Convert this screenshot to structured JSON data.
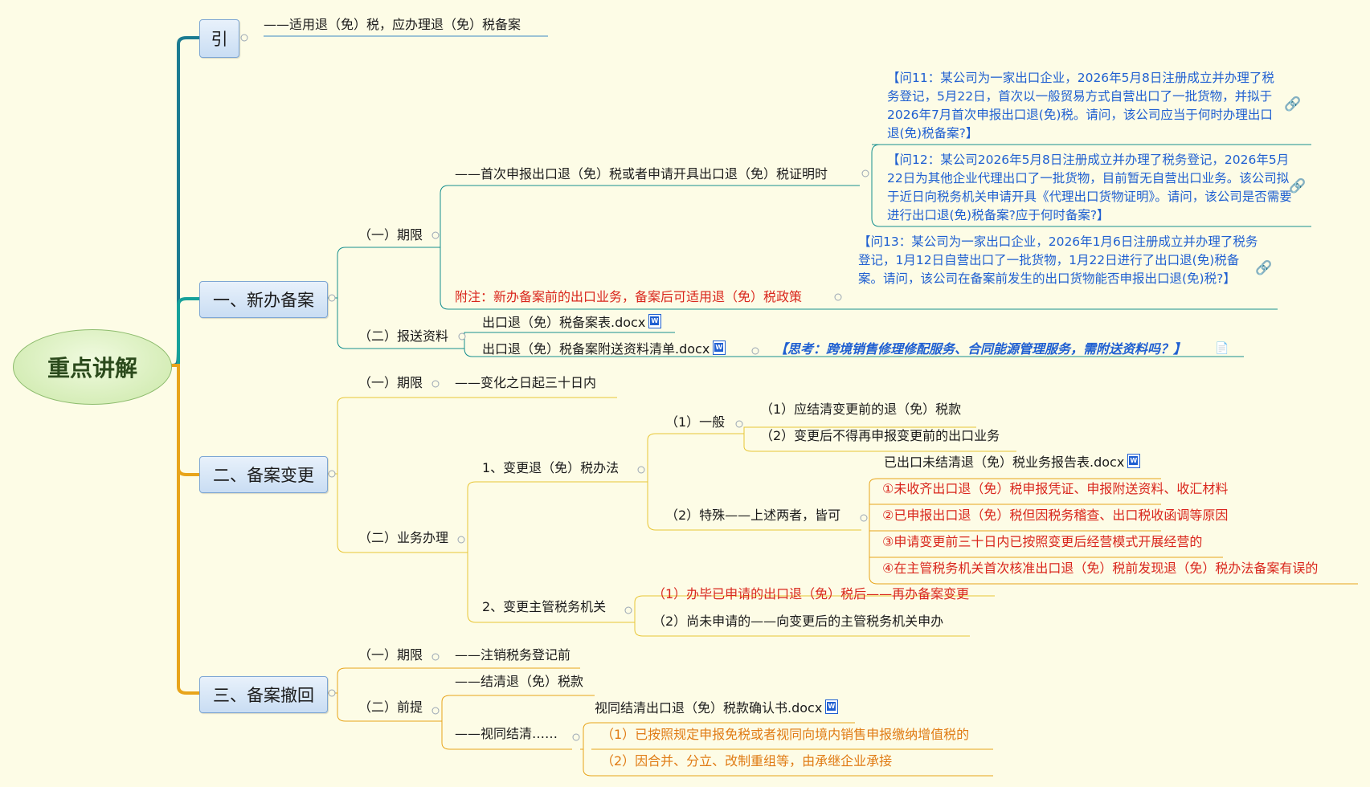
{
  "root": {
    "label": "重点讲解"
  },
  "intro": {
    "label": "引",
    "desc": "——适用退（免）税，应办理退（免）税备案"
  },
  "sec1": {
    "label": "一、新办备案",
    "deadline": {
      "label": "（一）期限",
      "item": "——首次申报出口退（免）税或者申请开具出口退（免）税证明时",
      "note": "附注：新办备案前的出口业务，备案后可适用退（免）税政策",
      "q11": "【问11：某公司为一家出口企业，2026年5月8日注册成立并办理了税务登记，5月22日，首次以一般贸易方式自营出口了一批货物，并拟于2026年7月首次申报出口退(免)税。请问，该公司应当于何时办理出口退(免)税备案?】",
      "q12": "【问12：某公司2026年5月8日注册成立并办理了税务登记，2026年5月22日为其他企业代理出口了一批货物，目前暂无自营出口业务。该公司拟于近日向税务机关申请开具《代理出口货物证明》。请问，该公司是否需要进行出口退(免)税备案?应于何时备案?】",
      "q13": "【问13：某公司为一家出口企业，2026年1月6日注册成立并办理了税务登记，1月12日自营出口了一批货物，1月22日进行了出口退(免)税备案。请问，该公司在备案前发生的出口货物能否申报出口退(免)税?】"
    },
    "materials": {
      "label": "（二）报送资料",
      "file1": "出口退（免）税备案表.docx",
      "file2": "出口退（免）税备案附送资料清单.docx",
      "think": "【思考：跨境销售修理修配服务、合同能源管理服务，需附送资料吗？】"
    }
  },
  "sec2": {
    "label": "二、备案变更",
    "deadline": {
      "label": "（一）期限",
      "item": "——变化之日起三十日内"
    },
    "business": {
      "label": "（二）业务办理",
      "method": {
        "label": "1、变更退（免）税办法",
        "general": {
          "label": "（1）一般",
          "items": [
            "（1）应结清变更前的退（免）税款",
            "（2）变更后不得再申报变更前的出口业务"
          ]
        },
        "special": {
          "label": "（2）特殊——上述两者，皆可",
          "file": "已出口未结清退（免）税业务报告表.docx",
          "items": [
            "①未收齐出口退（免）税申报凭证、申报附送资料、收汇材料",
            "②已申报出口退（免）税但因税务稽查、出口税收函调等原因",
            "③申请变更前三十日内已按照变更后经营模式开展经营的",
            "④在主管税务机关首次核准出口退（免）税前发现退（免）税办法备案有误的"
          ]
        }
      },
      "office": {
        "label": "2、变更主管税务机关",
        "items": [
          "（1）办毕已申请的出口退（免）税后——再办备案变更",
          "（2）尚未申请的——向变更后的主管税务机关申办"
        ]
      }
    }
  },
  "sec3": {
    "label": "三、备案撤回",
    "deadline": {
      "label": "（一）期限",
      "item": "——注销税务登记前"
    },
    "premise": {
      "label": "（二）前提",
      "item1": "——结清退（免）税款",
      "item2": "——视同结清……",
      "file": "视同结清出口退（免）税款确认书.docx",
      "items": [
        "（1）已按照规定申报免税或者视同向境内销售申报缴纳增值税的",
        "（2）因合并、分立、改制重组等，由承继企业承接"
      ]
    }
  },
  "colors": {
    "teal": "#168f8f",
    "blue": "#3b88c4",
    "orange": "#e8a41a",
    "gold": "#e8c636",
    "red": "#d9261c"
  }
}
